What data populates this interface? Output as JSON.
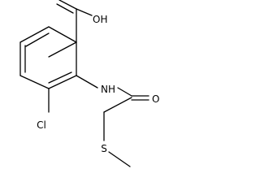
{
  "molecule": {
    "atoms": {
      "carboxyl": "OH",
      "chloro": "Cl",
      "amide_nh": "NH",
      "carbonyl_o": "O",
      "thioether_s": "S"
    }
  }
}
